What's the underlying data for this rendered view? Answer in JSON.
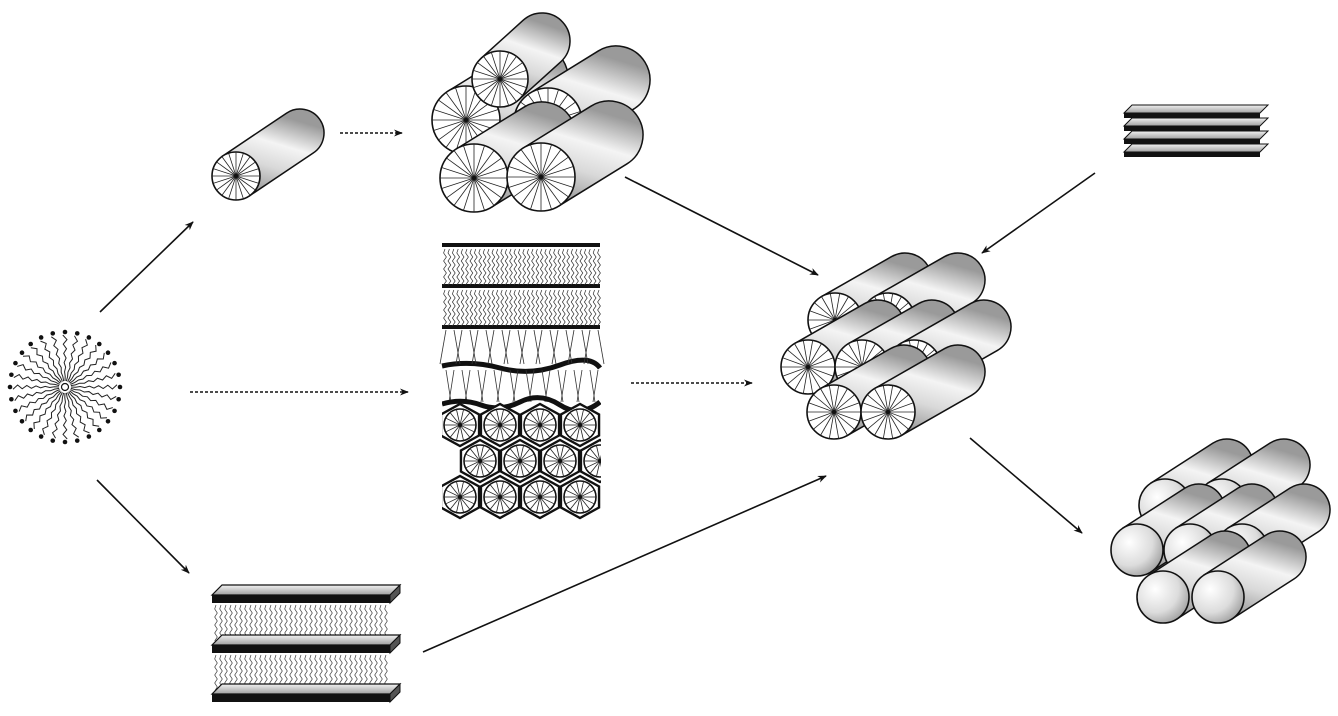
{
  "diagram": {
    "nodes": [
      {
        "id": "micelle",
        "name": "surfactant-micelle"
      },
      {
        "id": "rod",
        "name": "single-rod-micelle"
      },
      {
        "id": "rod_cluster",
        "name": "rod-micelle-cluster"
      },
      {
        "id": "interface",
        "name": "lamellar-to-hexagonal-transition"
      },
      {
        "id": "lamellar",
        "name": "lamellar-mesophase"
      },
      {
        "id": "sheets",
        "name": "stacked-silicate-sheets"
      },
      {
        "id": "hexagonal",
        "name": "hexagonal-rod-array"
      },
      {
        "id": "mesoporous",
        "name": "hexagonal-mesoporous-product"
      }
    ],
    "edges": [
      {
        "from": "micelle",
        "to": "rod"
      },
      {
        "from": "micelle",
        "to": "interface"
      },
      {
        "from": "micelle",
        "to": "lamellar"
      },
      {
        "from": "rod",
        "to": "rod_cluster",
        "dashed": true
      },
      {
        "from": "rod_cluster",
        "to": "hexagonal"
      },
      {
        "from": "interface",
        "to": "hexagonal",
        "dashed": true
      },
      {
        "from": "lamellar",
        "to": "hexagonal"
      },
      {
        "from": "sheets",
        "to": "hexagonal"
      },
      {
        "from": "hexagonal",
        "to": "mesoporous"
      }
    ]
  }
}
